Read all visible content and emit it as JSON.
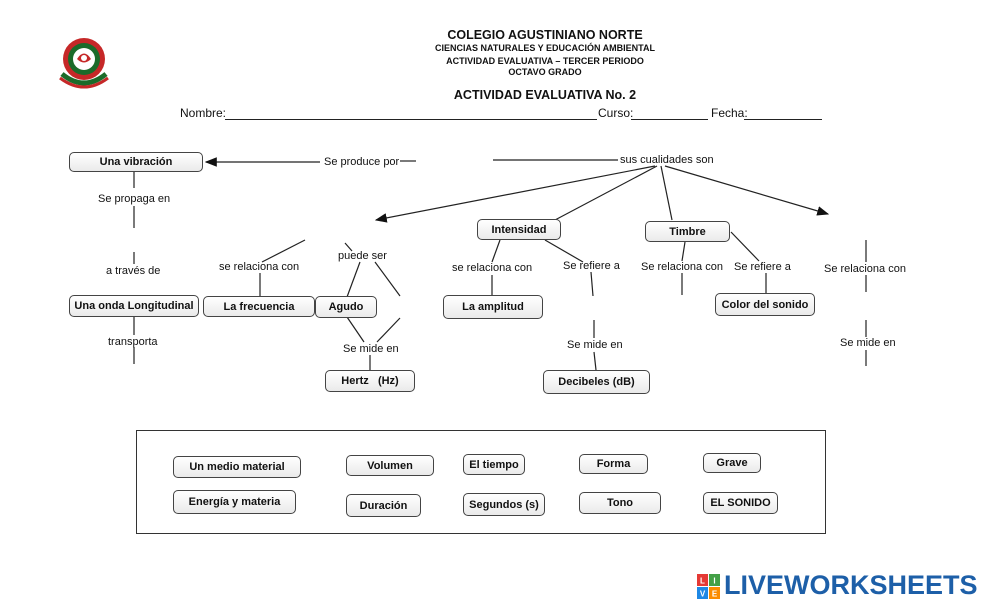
{
  "header": {
    "school": "COLEGIO AGUSTINIANO NORTE",
    "area": "CIENCIAS NATURALES Y EDUCACIÓN AMBIENTAL",
    "activity": "ACTIVIDAD EVALUATIVA – TERCER PERIODO",
    "grade": "OCTAVO GRADO",
    "title": "ACTIVIDAD EVALUATIVA No. 2"
  },
  "form": {
    "name_label": "Nombre:",
    "course_label": "Curso:",
    "date_label": "Fecha:"
  },
  "map": {
    "vibration": "Una vibración",
    "produced_by": "Se produce por",
    "qualities": "sus cualidades son",
    "propagates": "Se propaga en",
    "through": "a través de",
    "longitudinal": "Una onda Longitudinal",
    "carries": "transporta",
    "relates1": "se relaciona con",
    "frequency": "La frecuencia",
    "can_be": "puede ser",
    "acute": "Agudo",
    "measured1": "Se mide en",
    "hertz": "Hertz   (Hz)",
    "intensity": "Intensidad",
    "relates2": "se relaciona con",
    "refers1": "Se refiere a",
    "amplitude": "La amplitud",
    "measured2": "Se mide en",
    "decibels": "Decibeles (dB)",
    "timbre": "Timbre",
    "relates3": "Se relaciona con",
    "refers2": "Se refiere a",
    "sound_color": "Color del sonido",
    "relates4": "Se relaciona con",
    "measured3": "Se mide en"
  },
  "word_bank": [
    "Un medio material",
    "Volumen",
    "El tiempo",
    "Forma",
    "Grave",
    "Energía y materia",
    "Duración",
    "Segundos (s)",
    "Tono",
    "EL SONIDO"
  ],
  "branding": {
    "lw_letters": [
      "L",
      "I",
      "V",
      "E"
    ],
    "lw_text": "LIVEWORKSHEETS",
    "lw_colors": [
      "#e53935",
      "#43a047",
      "#1e88e5",
      "#fb8c00"
    ],
    "lw_text_color": "#1d5fa8"
  }
}
